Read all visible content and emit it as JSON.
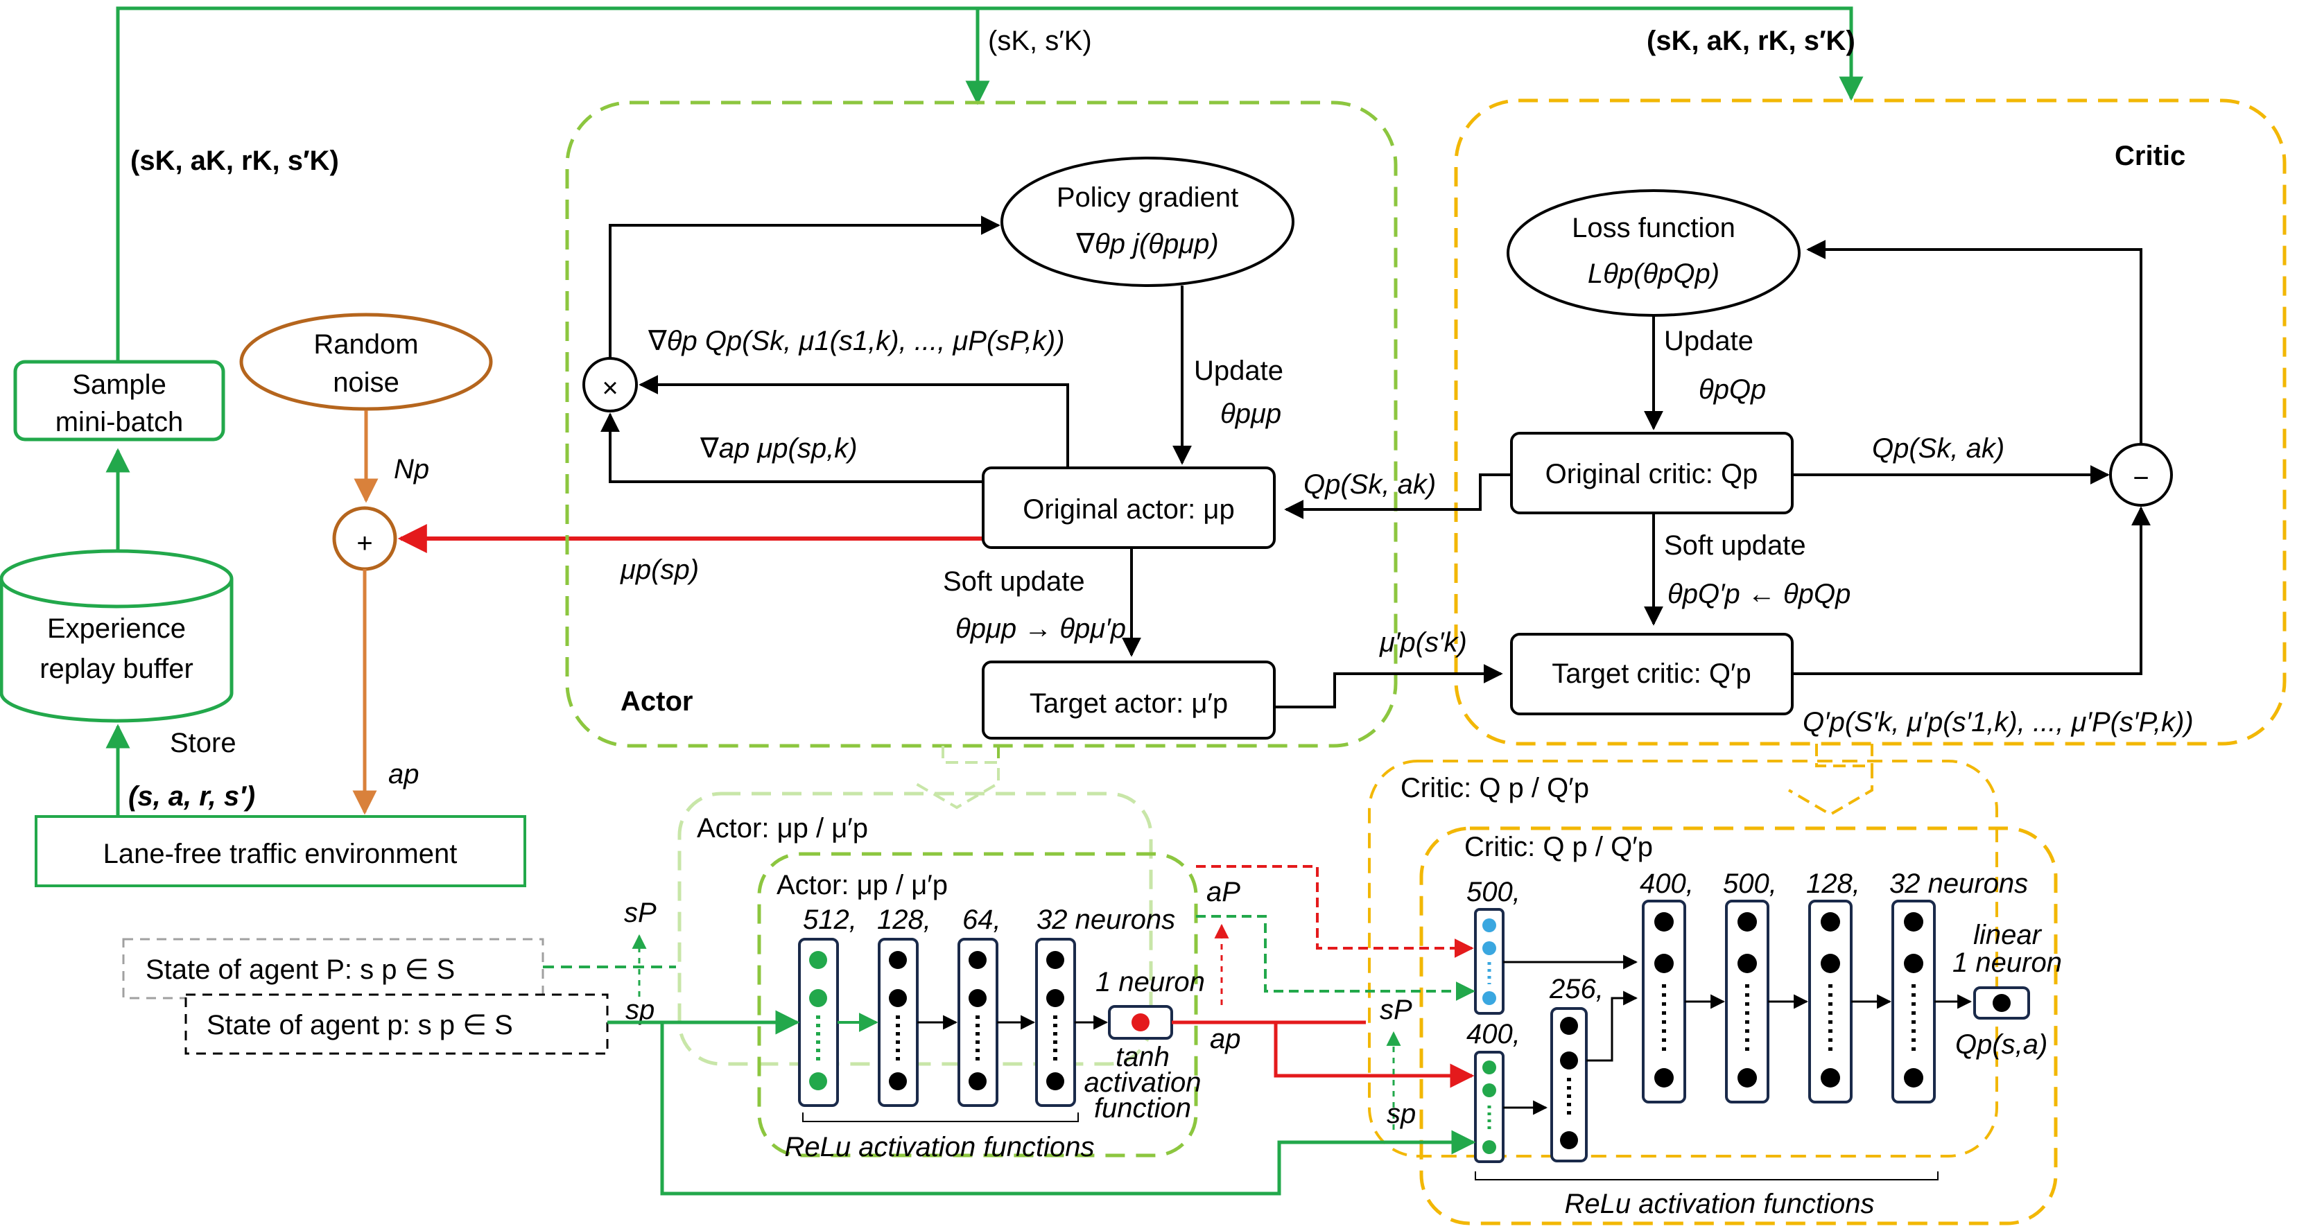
{
  "colors": {
    "green": "#22a84b",
    "light_green": "#8cc63f",
    "pale_green": "#c8e6a8",
    "yellow": "#f2b705",
    "red": "#e41a1c",
    "orange": "#d9813b",
    "brown": "#b5651d",
    "blue": "#3aa7e0",
    "black": "#000000"
  },
  "top_labels": {
    "to_actor": "(sK, s′K)",
    "to_critic": "(sK, aK, rK, s′K)",
    "left_loop": "(sK, aK, rK, s′K)"
  },
  "left": {
    "sample_line1": "Sample",
    "sample_line2": "mini-batch",
    "buffer_line1": "Experience",
    "buffer_line2": "replay buffer",
    "store_label": "Store",
    "store_tuple": "(s, a, r, s′)",
    "env_label": "Lane-free traffic environment",
    "noise_line1": "Random",
    "noise_line2": "noise",
    "noise_var": "Np",
    "plus": "+",
    "action_var": "ap"
  },
  "actor": {
    "title": "Actor",
    "policy_gradient_label": "Policy gradient",
    "policy_gradient_formula": "∇θp j(θpμp)",
    "grad_q_formula": "∇θp Qp(Sk, μ1(s1,k), ..., μP(sP,k))",
    "grad_mu_formula": "∇ap μp(sp,k)",
    "times": "×",
    "update_label": "Update",
    "update_var": "θpμp",
    "original_actor": "Original actor: μp",
    "target_actor": "Target actor:   μ′p",
    "soft_update_label": "Soft update",
    "soft_update_formula": "θpμp → θpμ′p",
    "mu_out": "μp(sp)"
  },
  "critic": {
    "title": "Critic",
    "loss_label": "Loss function",
    "loss_formula": "Lθp(θpQp)",
    "update_label": "Update",
    "update_var": "θpQp",
    "original_critic": "Original critic: Qp",
    "target_critic": "Target critic: Q′p",
    "soft_update_label": "Soft update",
    "soft_update_formula": "θpQ′p ← θpQp",
    "minus": "−",
    "q_out": "Qp(Sk, ak)",
    "q_in": "Qp(Sk, ak)",
    "mu_target": "μ′p(s′k)",
    "q_target": "Q′p(S′k, μ′p(s′1,k), ..., μ′P(s′P,k))"
  },
  "actor_net": {
    "back_title": "Actor: μp / μ′p",
    "front_title": "Actor: μp / μ′p",
    "layer_labels": [
      "512,",
      "128,",
      "64,",
      "32 neurons"
    ],
    "out_label": "1 neuron",
    "tanh_line1": "tanh",
    "tanh_line2": "activation",
    "tanh_line3": "function",
    "relu": "ReLu activation functions"
  },
  "critic_net": {
    "back_title": "Critic: Q p / Q′p",
    "front_title": "Critic: Q p / Q′p",
    "layer_labels": [
      "500,",
      "400,",
      "500,",
      "128,",
      "32 neurons"
    ],
    "state_in_labels": [
      "400,",
      "256,"
    ],
    "linear_line1": "linear",
    "linear_line2": "1 neuron",
    "q_output": "Qp(s,a)",
    "relu": "ReLu activation functions"
  },
  "states": {
    "state_P": "State of agent P:   s p ∈ S",
    "state_p": "State of agent p:   s p ∈ S",
    "sP_label": "sP",
    "sp_label": "sp",
    "aP_label": "aP",
    "ap_label": "ap"
  }
}
